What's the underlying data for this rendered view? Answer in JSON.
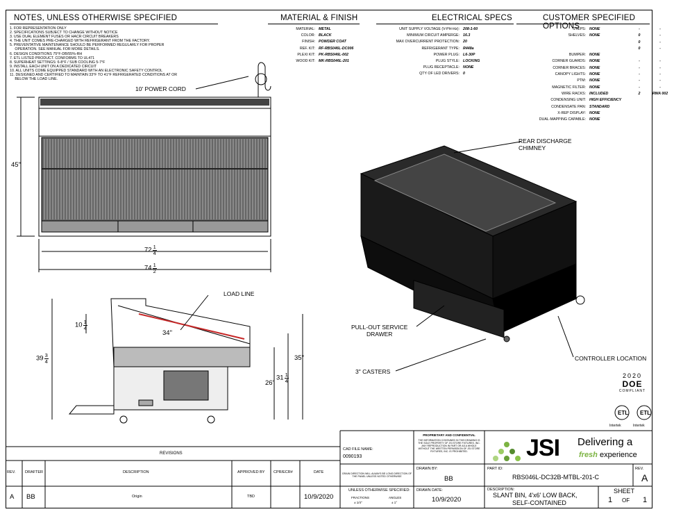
{
  "notes": {
    "title": "NOTES, UNLESS OTHERWISE SPECIFIED",
    "items": [
      "1.  FOR REPRESENTATION ONLY",
      "2.  SPECIFICATIONS SUBJECT TO CHANGE WITHOUT NOTICE",
      "3.  USE DUAL ELEMENT FUSES OR HACR CIRCUIT BREAKERS",
      "4.  THE UNIT COMES PRE-CHARGED WITH  REFRIGERANT FROM THE FACTORY.",
      "5.  PREVENTATIVE MAINTENANCE SHOULD BE PERFORMED REGULARLY FOR PROPER",
      "     OPERATION. SEE MANUAL FOR MORE DETAILS.",
      "6.  DESIGN CONDITIONS 75°F-DB/55%-RH",
      "7.  ETL LISTED PRODUCT. CONFORMS TO UL471",
      "8.  SUPERHEAT SETTINGS: 6-8°F / SUB COOLING 5-7°F",
      "9.  INSTALL EACH UNIT ON A DEDICATED CIRCUIT",
      "10. ALL UNITS COME EQUIPPED STANDARD WITH AN ELECTRONIC SAFETY CONTROL",
      "11. DESIGNED AND CERTIFIED TO MAINTAIN 33°F TO 41°F  REFRIGERATED CONDITIONS AT OR",
      "     BELOW THE LOAD LINE."
    ]
  },
  "material": {
    "title": "MATERIAL & FINISH",
    "rows": [
      {
        "k": "MATERIAL:",
        "v": "METAL"
      },
      {
        "k": "COLOR:",
        "v": "BLACK"
      },
      {
        "k": "FINISH:",
        "v": "POWDER COAT"
      },
      {
        "k": "REF. KIT:",
        "v": "RF-RBS046L-DC006"
      },
      {
        "k": "PLEXI KIT:",
        "v": "PK-RBS046L-002"
      },
      {
        "k": "WOOD KIT:",
        "v": "MK-RBS046L-201"
      }
    ]
  },
  "electrical": {
    "title": "ELECTRICAL SPECS",
    "rows": [
      {
        "k": "UNIT SUPPLY VOLTAGE (V-PH-Hz):",
        "v": "208-1-60"
      },
      {
        "k": "MINIMUM CIRCUIT AMPERGE:",
        "v": "16.3"
      },
      {
        "k": "MAX OVERCURRENT PROTECTION:",
        "v": "20"
      },
      {
        "k": "REFRIGERANT TYPE:",
        "v": "R448a"
      },
      {
        "k": "POWER PLUG:",
        "v": "L6-30P"
      },
      {
        "k": "PLUG STYLE:",
        "v": "LOCKING"
      },
      {
        "k": "PLUG RECEPTACLE:",
        "v": "NONE"
      },
      {
        "k": "QTY OF LED DRIVERS:",
        "v": "0"
      }
    ]
  },
  "options": {
    "title": "CUSTOMER SPECIFIED OPTIONS",
    "rows": [
      {
        "k": "STEPS:",
        "v": "NONE",
        "q": "-",
        "x": "-"
      },
      {
        "k": "SHELVES:",
        "v": "NONE",
        "q": "0",
        "x": "-"
      },
      {
        "k": "",
        "v": "",
        "q": "0",
        "x": "-"
      },
      {
        "k": "",
        "v": "",
        "q": "0",
        "x": "-"
      },
      {
        "k": "BUMPER:",
        "v": "NONE",
        "q": "",
        "x": ""
      },
      {
        "k": "CORNER GUARDS:",
        "v": "NONE",
        "q": "-",
        "x": "-"
      },
      {
        "k": "CORNER BRACES:",
        "v": "NONE",
        "q": "-",
        "x": "-"
      },
      {
        "k": "CANOPY LIGHTS:",
        "v": "NONE",
        "q": "-",
        "x": "-"
      },
      {
        "k": "PTM:",
        "v": "NONE",
        "q": "-",
        "x": "-"
      },
      {
        "k": "MAGNETIC FILTER:",
        "v": "NONE",
        "q": "-",
        "x": "-"
      },
      {
        "k": "WIRE RACKS:",
        "v": "INCLUDED",
        "q": "2",
        "x": "RWA 002"
      },
      {
        "k": "CONDENSING UNIT:",
        "v": "HIGH EFFICIENCY",
        "q": "",
        "x": ""
      },
      {
        "k": "CONDENSATE PAN:",
        "v": "STANDARD",
        "q": "",
        "x": ""
      },
      {
        "k": "X-REP DISPLAY:",
        "v": "NONE",
        "q": "",
        "x": ""
      },
      {
        "k": "DUAL-MAPPING CAPABLE:",
        "v": "NONE",
        "q": "",
        "x": ""
      }
    ]
  },
  "callouts": {
    "power_cord": "10' POWER CORD",
    "rear_chimney": "REAR DISCHARGE\nCHIMNEY",
    "load_line": "LOAD LINE",
    "drawer": "PULL-OUT SERVICE\nDRAWER",
    "casters": "3\" CASTERS",
    "controller": "CONTROLLER LOCATION"
  },
  "dims": {
    "h45": "45\"",
    "w72": "72",
    "w72_n": "1",
    "w72_d": "4",
    "w74": "74",
    "w74_n": "1",
    "w74_d": "2",
    "d10": "10",
    "d10_n": "1",
    "d10_d": "4",
    "d34": "34\"",
    "d39": "39",
    "d39_n": "3",
    "d39_d": "4",
    "d35": "35\"",
    "d31": "31",
    "d31_n": "1",
    "d31_d": "4",
    "d26": "26\""
  },
  "badges": {
    "doe_year": "2020",
    "doe": "DOE",
    "doe_sub": "COMPLIANT",
    "intertek": "Intertek"
  },
  "revisions": {
    "title": "REVISIONS",
    "headers": [
      "REV.",
      "DRAFTER",
      "DESCRIPTION",
      "APPROVED BY",
      "CPR/ECR#",
      "DATE"
    ],
    "row": [
      "A",
      "BB",
      "Origin",
      "TBD",
      "",
      "10/9/2020"
    ]
  },
  "title_block": {
    "cad_label": "CAD FILE NAME:",
    "cad_value": "0090193",
    "grain_note": "GRAIN DIRECTION WILL ALWAYS BE LONG DIRECTION OF THE PANEL UNLESS NOTED OTHERWISE",
    "prop_title": "PROPRIETARY AND CONFIDENTIAL",
    "prop_text": "THE INFORMATION CONTAINED IN THIS DRAWING IS THE SOLE PROPERTY OF JSI STORE FIXTURES, INC. ANY REPRODUCTION IN PART OR AS A WHOLE WITHOUT THE WRITTEN PERMISSION OF JSI STORE FIXTURES, INC. IS PROHIBITED.",
    "tolerance_label": "UNLESS OTHERWISE SPECIFIED:",
    "fractions_label": "FRACTIONS",
    "fractions_value": "± 1/4\"",
    "angles_label": "ANGLES",
    "angles_value": "± 1°",
    "drawn_by_label": "DRAWN BY:",
    "drawn_by": "BB",
    "drawn_date_label": "DRAWN DATE:",
    "drawn_date": "10/9/2020",
    "part_id_label": "PART ID:",
    "part_id": "RBS046L-DC32B-MTBL-201-C",
    "rev_label": "REV.",
    "rev": "A",
    "desc_label": "DESCRIPTION:",
    "desc_line1": "SLANT BIN, 4'x6'  LOW BACK,",
    "desc_line2": "SELF-CONTAINED",
    "sheet_label": "SHEET",
    "sheet_num": "1",
    "sheet_of": "OF",
    "sheet_total": "1"
  },
  "logo": {
    "text": "JSI",
    "tag1": "Delivering a",
    "tag2": "fresh",
    "tag3": "experience"
  }
}
